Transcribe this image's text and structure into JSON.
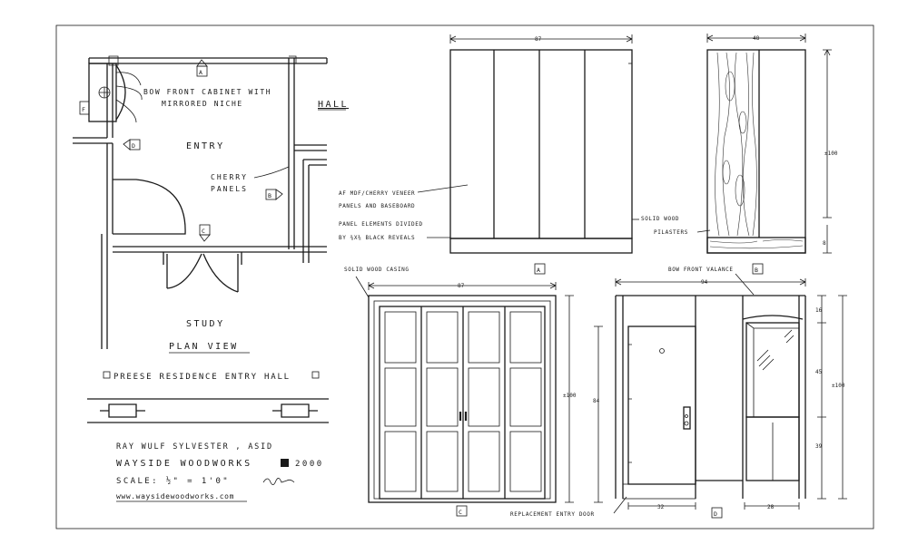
{
  "plan": {
    "marker_a": "A",
    "marker_b": "B",
    "marker_c": "C",
    "marker_d": "D",
    "marker_f": "F",
    "cabinet_label_1": "BOW FRONT CABINET WITH",
    "cabinet_label_2": "MIRRORED NICHE",
    "hall": "HALL",
    "entry": "ENTRY",
    "cherry_1": "CHERRY",
    "cherry_2": "PANELS",
    "study": "STUDY",
    "plan_view": "PLAN VIEW"
  },
  "title_block": {
    "residence": "PREESE RESIDENCE ENTRY HALL",
    "designer": "RAY WULF SYLVESTER , ASID",
    "company": "WAYSIDE WOODWORKS",
    "year": "2000",
    "scale": "SCALE: ½\" = 1'0\"",
    "website": "www.waysidewoodworks.com"
  },
  "elevation_a": {
    "width_dim": "87",
    "note_1": "AF MDF/CHERRY VENEER",
    "note_2": "PANELS AND BASEBOARD",
    "note_3": "PANEL ELEMENTS DIVIDED",
    "note_4": "BY ⅜X⅜ BLACK REVEALS",
    "note_5": "SOLID WOOD",
    "marker": "A"
  },
  "elevation_b": {
    "width_dim": "48",
    "height_dim": "±100",
    "base_dim": "8",
    "pilasters": "PILASTERS",
    "marker": "B"
  },
  "elevation_c": {
    "casing": "SOLID WOOD CASING",
    "width_dim": "87",
    "height_dim": "±100",
    "door_height": "84",
    "marker": "C"
  },
  "elevation_d": {
    "valance": "BOW FRONT VALANCE",
    "width_dim": "94",
    "dim_top": "16",
    "dim_mid": "45",
    "dim_total": "±100",
    "dim_low": "39",
    "door_width": "32",
    "niche_width": "28",
    "replacement": "REPLACEMENT ENTRY DOOR",
    "marker": "D"
  }
}
